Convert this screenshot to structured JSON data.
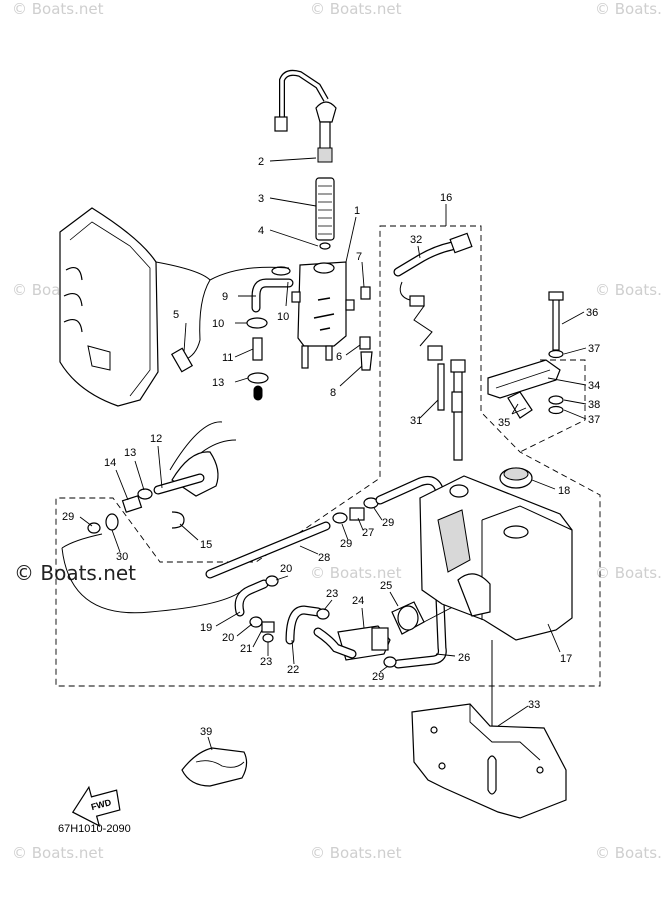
{
  "watermark": {
    "text": "© Boats.net",
    "large_text": "© Boats.net"
  },
  "diagram_code": "67H1010-2090",
  "fwd_label": "FWD",
  "callouts": {
    "c1": "1",
    "c2": "2",
    "c3": "3",
    "c4": "4",
    "c5": "5",
    "c6": "6",
    "c7": "7",
    "c8": "8",
    "c9": "9",
    "c10a": "10",
    "c10b": "10",
    "c11": "11",
    "c12": "12",
    "c13a": "13",
    "c13b": "13",
    "c14": "14",
    "c15": "15",
    "c16": "16",
    "c17": "17",
    "c18": "18",
    "c19": "19",
    "c20a": "20",
    "c20b": "20",
    "c21": "21",
    "c22": "22",
    "c23a": "23",
    "c23b": "23",
    "c24": "24",
    "c25": "25",
    "c26": "26",
    "c27": "27",
    "c28": "28",
    "c29a": "29",
    "c29b": "29",
    "c29c": "29",
    "c29d": "29",
    "c30": "30",
    "c31": "31",
    "c32": "32",
    "c33": "33",
    "c34": "34",
    "c35": "35",
    "c36": "36",
    "c37a": "37",
    "c37b": "37",
    "c38": "38",
    "c39": "39"
  }
}
